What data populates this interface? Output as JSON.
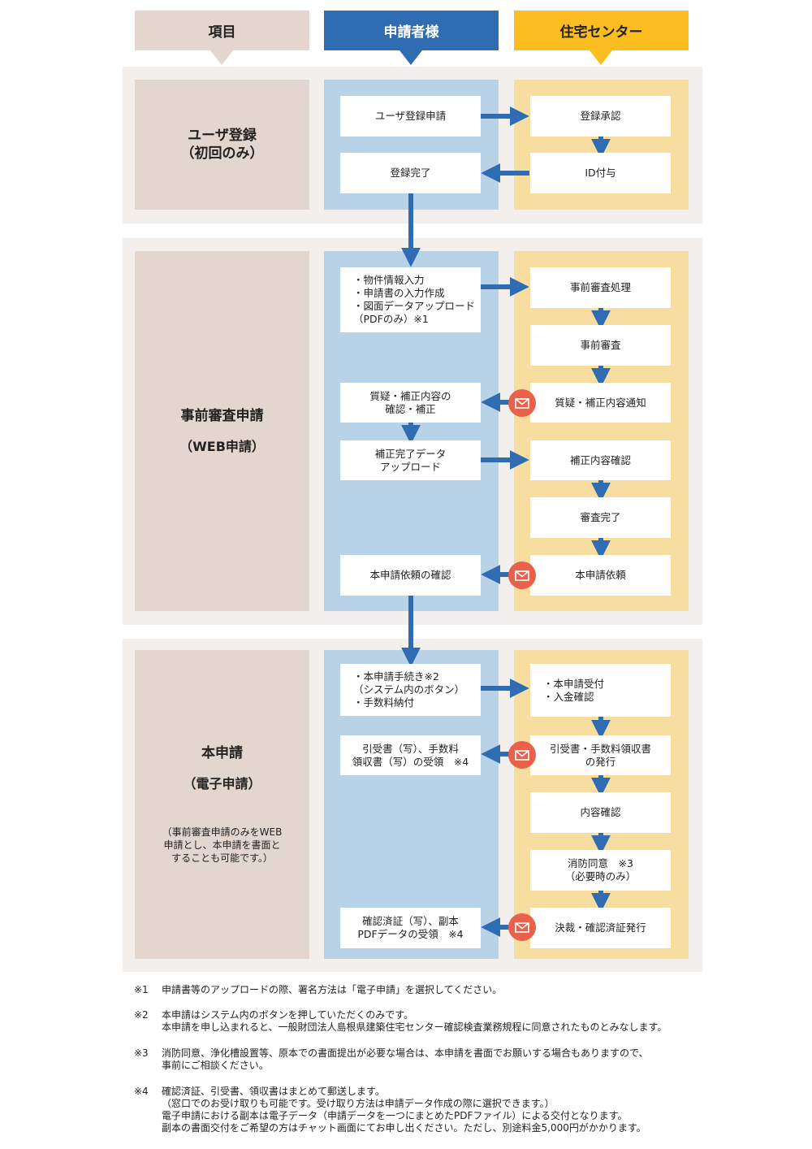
{
  "headers": {
    "item": "項目",
    "applicant": "申請者様",
    "center": "住宅センター"
  },
  "colors": {
    "item": "#e2d6cf",
    "applicant": "#2f6cb1",
    "center": "#fbbd20",
    "arrow": "#2f6cb1",
    "mail": "#e9604b"
  },
  "sections": {
    "user_reg": {
      "label": "ユーザ登録\n（初回のみ）",
      "applicant_boxes": [
        "ユーザ登録申請",
        "登録完了"
      ],
      "center_boxes": [
        "登録承認",
        "ID付与"
      ]
    },
    "pre_review": {
      "label": "事前審査申請",
      "sub": "（WEB申請）",
      "applicant_boxes": [
        "・物件情報入力\n・申請書の入力作成\n・図面データアップロード\n（PDFのみ）※1",
        "質疑・補正内容の\n確認・補正",
        "補正完了データ\nアップロード",
        "本申請依頼の確認"
      ],
      "center_boxes": [
        "事前審査処理",
        "事前審査",
        "質疑・補正内容通知",
        "補正内容確認",
        "審査完了",
        "本申請依頼"
      ]
    },
    "main_app": {
      "label": "本申請",
      "sub": "（電子申請）",
      "note": "（事前審査申請のみをWEB\n申請とし、本申請を書面と\nすることも可能です。）",
      "applicant_boxes": [
        "・本申請手続き※2\n（システム内のボタン）\n・手数料納付",
        "引受書（写）、手数料\n領収書（写）の受領　※4",
        "確認済証（写）、副本\nPDFデータの受領　※4"
      ],
      "center_boxes": [
        "・本申請受付\n・入金確認",
        "引受書・手数料領収書\nの発行",
        "内容確認",
        "消防同意　※3\n（必要時のみ）",
        "決裁・確認済証発行"
      ]
    }
  },
  "notes": [
    {
      "mark": "※1",
      "text": "申請書等のアップロードの際、署名方法は「電子申請」を選択してください。"
    },
    {
      "mark": "※2",
      "text": "本申請はシステム内のボタンを押していただくのみです。\n本申請を申し込まれると、一般財団法人島根県建築住宅センター確認検査業務規程に同意されたものとみなします。"
    },
    {
      "mark": "※3",
      "text": "消防同意、浄化槽設置等、原本での書面提出が必要な場合は、本申請を書面でお願いする場合もありますので、\n事前にご相談ください。"
    },
    {
      "mark": "※4",
      "text": "確認済証、引受書、領収書はまとめて郵送します。\n（窓口でのお受け取りも可能です。受け取り方法は申請データ作成の際に選択できます。）\n電子申請における副本は電子データ（申請データを一つにまとめたPDFファイル）による交付となります。\n副本の書面交付をご希望の方はチャット画面にてお申し出ください。ただし、別途料金5,000円がかかります。"
    }
  ]
}
